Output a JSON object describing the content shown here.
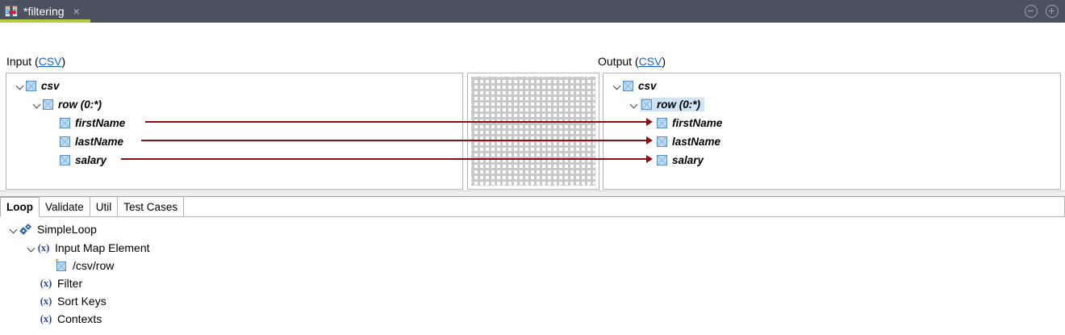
{
  "window": {
    "tab_title": "*filtering",
    "tab_icon": "data-mapping-icon",
    "close_label": "×",
    "minimize_label": "minimize-icon",
    "maximize_label": "maximize-icon",
    "accent_color": "#b5cc3c",
    "titlebar_color": "#4b5160"
  },
  "mapping": {
    "input": {
      "label_prefix": "Input (",
      "label_link": "CSV",
      "label_suffix": ")",
      "path_link": "/LOCAL PROJECT/Structures/salary",
      "tree": [
        {
          "label": "csv",
          "level": 0,
          "expandable": true,
          "icon": "schema-node-icon"
        },
        {
          "label": "row (0:*)",
          "level": 1,
          "expandable": true,
          "icon": "schema-node-icon"
        },
        {
          "label": "firstName",
          "level": 2,
          "expandable": false,
          "icon": "schema-node-icon"
        },
        {
          "label": "lastName",
          "level": 2,
          "expandable": false,
          "icon": "schema-node-icon"
        },
        {
          "label": "salary",
          "level": 2,
          "expandable": false,
          "icon": "schema-node-icon"
        }
      ]
    },
    "output": {
      "label_prefix": "Output (",
      "label_link": "CSV",
      "label_suffix": ")",
      "path_link": "/LOCAL PROJECT/Structures/salary",
      "tree": [
        {
          "label": "csv",
          "level": 0,
          "expandable": true,
          "icon": "schema-node-icon",
          "selected": false
        },
        {
          "label": "row (0:*)",
          "level": 1,
          "expandable": true,
          "icon": "schema-node-icon",
          "selected": true
        },
        {
          "label": "firstName",
          "level": 2,
          "expandable": false,
          "icon": "schema-node-icon",
          "selected": false
        },
        {
          "label": "lastName",
          "level": 2,
          "expandable": false,
          "icon": "schema-node-icon",
          "selected": false
        },
        {
          "label": "salary",
          "level": 2,
          "expandable": false,
          "icon": "schema-node-icon",
          "selected": false
        }
      ]
    },
    "connections": [
      {
        "source": "firstName",
        "target": "firstName"
      },
      {
        "source": "lastName",
        "target": "lastName"
      },
      {
        "source": "salary",
        "target": "salary"
      }
    ],
    "line_color": "#8b0f14",
    "selection_color": "#cfe4f7",
    "link_color": "#1466c8"
  },
  "bottom": {
    "tabs": [
      {
        "label": "Loop",
        "active": true
      },
      {
        "label": "Validate",
        "active": false
      },
      {
        "label": "Util",
        "active": false
      },
      {
        "label": "Test Cases",
        "active": false
      }
    ],
    "tree": [
      {
        "label": "SimpleLoop",
        "level": 0,
        "expandable": true,
        "icon": "loop-gears-icon"
      },
      {
        "label": "Input Map Element",
        "level": 1,
        "expandable": true,
        "icon": "variable-icon"
      },
      {
        "label": "/csv/row",
        "level": 2,
        "expandable": false,
        "icon": "map-element-icon"
      },
      {
        "label": "Filter",
        "level": 1,
        "expandable": false,
        "icon": "variable-icon"
      },
      {
        "label": "Sort Keys",
        "level": 1,
        "expandable": false,
        "icon": "variable-icon"
      },
      {
        "label": "Contexts",
        "level": 1,
        "expandable": false,
        "icon": "variable-icon"
      }
    ]
  }
}
